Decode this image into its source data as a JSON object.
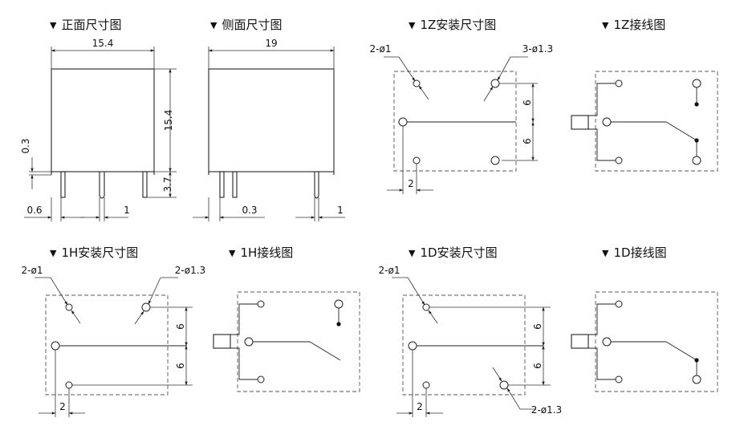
{
  "titles": {
    "front": "正面尺寸图",
    "side": "侧面尺寸图",
    "z_mount": "1Z安装尺寸图",
    "z_wiring": "1Z接线图",
    "h_mount": "1H安装尺寸图",
    "h_wiring": "1H接线图",
    "d_mount": "1D安装尺寸图",
    "d_wiring": "1D接线图"
  },
  "marker": "▼",
  "front": {
    "width": "15.4",
    "height": "15.4",
    "pin_len": "3.7",
    "standoff": "0.3",
    "pin_edge": "0.6",
    "pin_width": "1"
  },
  "side": {
    "depth": "19",
    "pin_edge": "0.3",
    "pin_width": "1"
  },
  "z_mount": {
    "hole_small": "2-ø1",
    "hole_large": "3-ø1.3",
    "pitch_top": "6",
    "pitch_bottom": "6",
    "pitch_x": "2"
  },
  "h_mount": {
    "hole_small": "2-ø1",
    "hole_large": "2-ø1.3",
    "pitch_top": "6",
    "pitch_bottom": "6",
    "pitch_x": "2"
  },
  "d_mount": {
    "hole_small": "2-ø1",
    "hole_large": "2-ø1.3",
    "pitch_top": "6",
    "pitch_bottom": "6",
    "pitch_x": "2"
  }
}
